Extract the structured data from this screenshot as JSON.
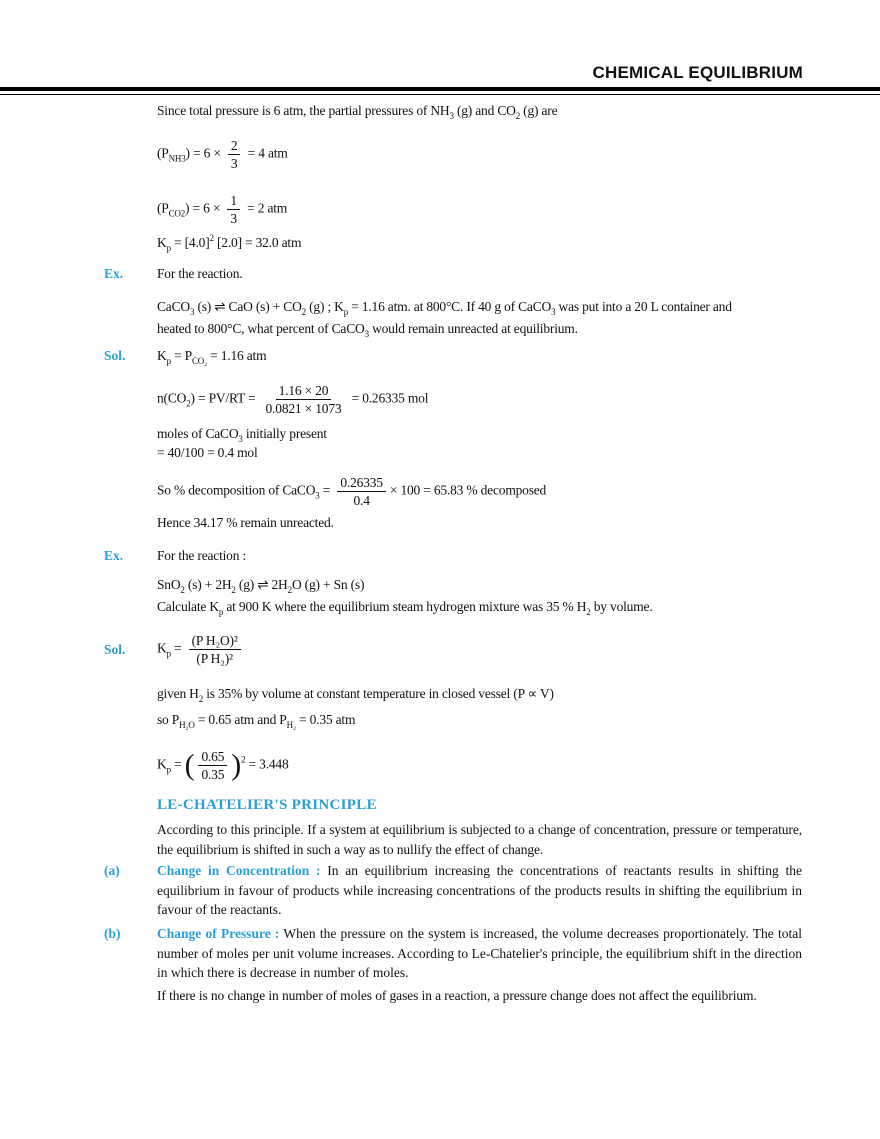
{
  "header": {
    "title": "CHEMICAL EQUILIBRIUM"
  },
  "colors": {
    "accent": "#2a9fd4"
  },
  "labels": {
    "ex": "Ex.",
    "sol": "Sol."
  },
  "block1": {
    "l1": [
      "Since total pressure is 6 atm, the partial pressures of NH",
      {
        "sub": "3"
      },
      " (g) and CO",
      {
        "sub": "2"
      },
      " (g) are"
    ],
    "l2": [
      "(P",
      {
        "sub": "NH"
      },
      {
        "sub": "3"
      },
      ") = 6 × ",
      {
        "frac": {
          "n": "2",
          "d": "3"
        }
      },
      " = 4 atm"
    ],
    "l3": [
      "(P",
      {
        "sub": "CO"
      },
      {
        "sub": "2"
      },
      ") = 6 × ",
      {
        "frac": {
          "n": "1",
          "d": "3"
        }
      },
      " = 2 atm"
    ],
    "l4": [
      "K",
      {
        "sub": "p"
      },
      " = [4.0]",
      {
        "sup": "2"
      },
      " [2.0] = 32.0 atm"
    ]
  },
  "ex1": {
    "l1": [
      "For the reaction."
    ],
    "l2": [
      "CaCO",
      {
        "sub": "3"
      },
      " (s) ⇌  CaO (s) + CO",
      {
        "sub": "2"
      },
      " (g) ; K",
      {
        "sub": "p"
      },
      " = 1.16 atm. at 800°C. If 40 g of CaCO",
      {
        "sub": "3"
      },
      " was put into a 20 L container and"
    ],
    "l3": [
      "heated to 800°C, what percent of CaCO",
      {
        "sub": "3"
      },
      " would remain unreacted at equilibrium."
    ]
  },
  "sol1": {
    "l1": [
      "K",
      {
        "sub": "p"
      },
      " =  P",
      {
        "sub": "CO₂"
      },
      "  = 1.16 atm"
    ],
    "l2": [
      "n(CO",
      {
        "sub": "2"
      },
      ") = PV/RT = ",
      {
        "frac": {
          "n": "1.16 × 20",
          "d": "0.0821 × 1073"
        }
      },
      " = 0.26335 mol"
    ],
    "l3": [
      "moles of CaCO",
      {
        "sub": "3"
      },
      " initially present"
    ],
    "l4": [
      "= 40/100 = 0.4 mol"
    ],
    "l5": [
      "So % decomposition of CaCO",
      {
        "sub": "3"
      },
      " = ",
      {
        "frac": {
          "n": "0.26335",
          "d": "0.4"
        }
      },
      "× 100  = 65.83 % decomposed"
    ],
    "l6": [
      "Hence 34.17 % remain unreacted."
    ]
  },
  "ex2": {
    "l1": [
      "For the reaction :"
    ],
    "l2": [
      "SnO",
      {
        "sub": "2"
      },
      " (s) + 2H",
      {
        "sub": "2"
      },
      " (g) ⇌  2H",
      {
        "sub": "2"
      },
      "O (g) + Sn (s)"
    ],
    "l3": [
      "Calculate K",
      {
        "sub": "p"
      },
      " at 900 K where the equilibrium steam hydrogen mixture was 35 % H",
      {
        "sub": "2"
      },
      " by volume."
    ]
  },
  "sol2": {
    "l1": [
      "K",
      {
        "sub": "p"
      },
      " = ",
      {
        "frac": {
          "n": "(P H₂O)²",
          "d": "(P H₂)²"
        }
      }
    ],
    "l2": [
      "given H",
      {
        "sub": "2"
      },
      " is 35% by volume at constant temperature in closed vessel (P ∝ V)"
    ],
    "l3": [
      "so  P",
      {
        "sub": "H₂O"
      },
      "  = 0.65 atm and  P",
      {
        "sub": "H₂"
      },
      "  = 0.35 atm"
    ],
    "l4": [
      "K",
      {
        "sub": "p"
      },
      " = ",
      {
        "paren": "("
      },
      {
        "frac": {
          "n": "0.65",
          "d": "0.35"
        }
      },
      {
        "paren": ")"
      },
      {
        "sup": "2"
      },
      " = 3.448"
    ]
  },
  "principle": {
    "heading": "LE-CHATELIER'S PRINCIPLE",
    "intro": "According to this principle. If a system at equilibrium is subjected to a change of concentration, pressure or temperature, the equilibrium is shifted in such a way as to nullify the effect of change.",
    "items": [
      {
        "marker": "(a)",
        "title": "Change in Concentration :",
        "text": " In an equilibrium increasing the concentrations of reactants results in shifting the equilibrium in favour of products while increasing concentrations of the products results in shifting the equilibrium in favour of the reactants."
      },
      {
        "marker": "(b)",
        "title": "Change of Pressure :",
        "text": " When the pressure on the system is increased, the volume decreases proportionately. The total number of moles per unit volume increases. According to Le-Chatelier's principle, the equilibrium shift in the direction in which there is decrease in number of moles."
      }
    ],
    "closing": "If there is no change in number of moles of gases in a reaction, a pressure change does not affect the equilibrium."
  }
}
